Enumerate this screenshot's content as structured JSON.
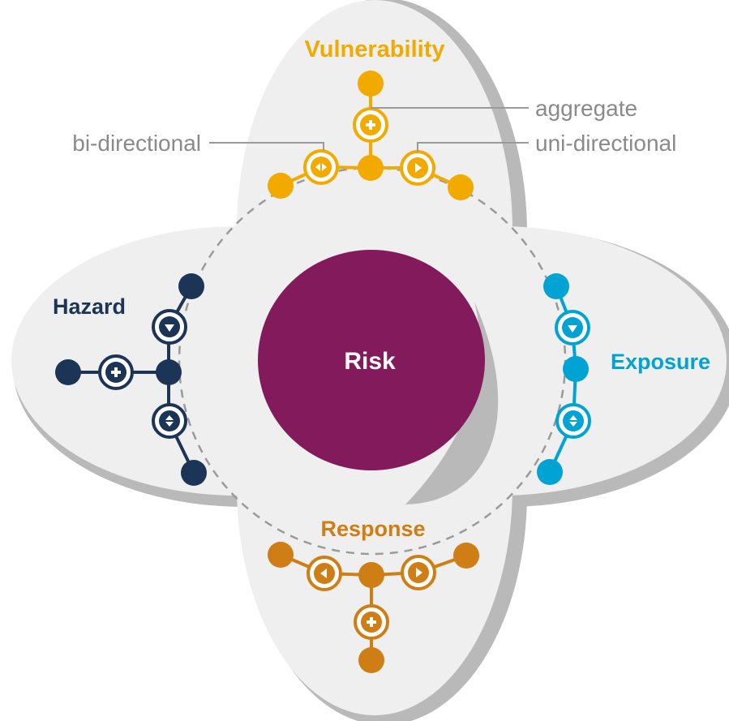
{
  "center": {
    "label": "Risk",
    "color": "#821A5B"
  },
  "petals": {
    "vulnerability": {
      "label": "Vulnerability",
      "color": "#F2A900"
    },
    "hazard": {
      "label": "Hazard",
      "color": "#1C3556"
    },
    "exposure": {
      "label": "Exposure",
      "color": "#00A3D3"
    },
    "response": {
      "label": "Response",
      "color": "#CE7E14"
    }
  },
  "legend": {
    "aggregate": "aggregate",
    "bidirectional": "bi-directional",
    "unidirectional": "uni-directional"
  },
  "icons": {
    "aggregate": "plus-icon",
    "bidirectional": "double-arrow-icon",
    "unidirectional": "single-arrow-icon"
  },
  "colors": {
    "petal_fill": "#EFEFEF",
    "petal_shadow": "#B9B9B9",
    "ring_dash": "#9A9A9A",
    "legend_text": "#8A8A8A"
  }
}
